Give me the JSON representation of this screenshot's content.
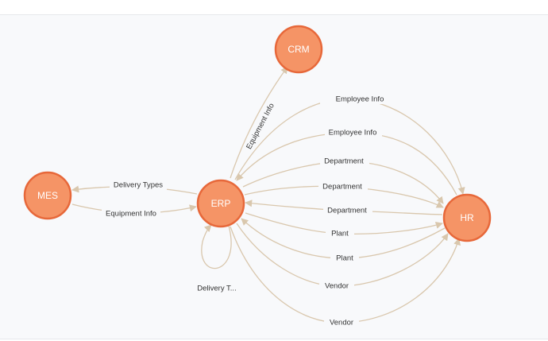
{
  "graph": {
    "nodes": [
      {
        "id": "mes",
        "label": "MES"
      },
      {
        "id": "erp",
        "label": "ERP"
      },
      {
        "id": "crm",
        "label": "CRM"
      },
      {
        "id": "hr",
        "label": "HR"
      }
    ],
    "edges": [
      {
        "from": "erp",
        "to": "mes",
        "label": "Delivery Types"
      },
      {
        "from": "mes",
        "to": "erp",
        "label": "Equipment Info"
      },
      {
        "from": "erp",
        "to": "crm",
        "label": "Equipment Info"
      },
      {
        "from": "erp",
        "to": "erp",
        "label": "Delivery T..."
      },
      {
        "from": "erp",
        "to": "hr",
        "label": "Employee Info"
      },
      {
        "from": "hr",
        "to": "erp",
        "label": "Employee Info"
      },
      {
        "from": "erp",
        "to": "hr",
        "label": "Department"
      },
      {
        "from": "erp",
        "to": "hr",
        "label": "Department"
      },
      {
        "from": "hr",
        "to": "erp",
        "label": "Department"
      },
      {
        "from": "erp",
        "to": "hr",
        "label": "Plant"
      },
      {
        "from": "hr",
        "to": "erp",
        "label": "Plant"
      },
      {
        "from": "erp",
        "to": "hr",
        "label": "Vendor"
      },
      {
        "from": "erp",
        "to": "hr",
        "label": "Vendor"
      }
    ]
  }
}
